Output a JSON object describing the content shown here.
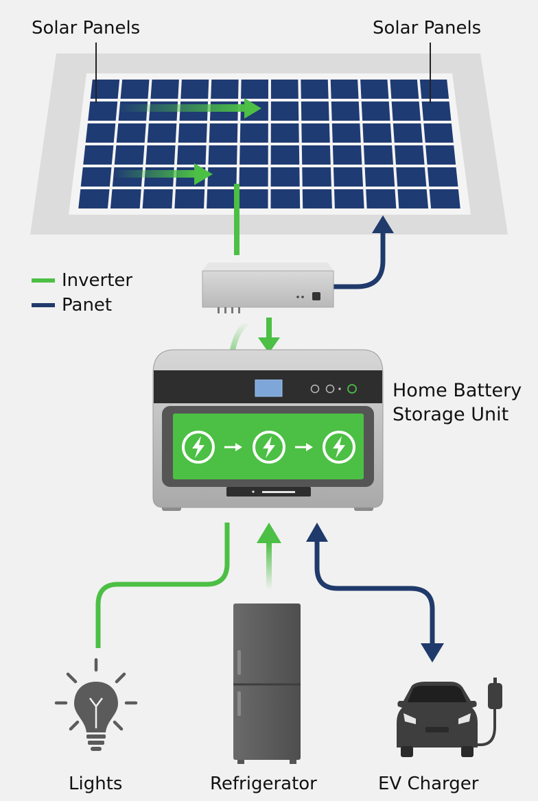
{
  "labels": {
    "solar_left": "Solar Panels",
    "solar_right": "Solar Panels",
    "battery_line1": "Home Battery",
    "battery_line2": "Storage Unit",
    "lights": "Lights",
    "refrigerator": "Refrigerator",
    "ev_charger": "EV Charger"
  },
  "legend": [
    {
      "label": "Inverter",
      "color": "#4cbf45"
    },
    {
      "label": "Panet",
      "color": "#1f3a6b"
    }
  ],
  "colors": {
    "green": "#4cbf45",
    "navy": "#1f3a6b",
    "panel_cell": "#1f3b73",
    "battery_screen": "#4cbf45",
    "appliance_gray": "#5b5b5b"
  },
  "icons": [
    "lightning-bolt-icon",
    "light-bulb-icon",
    "refrigerator-icon",
    "car-icon",
    "ev-plug-icon"
  ]
}
